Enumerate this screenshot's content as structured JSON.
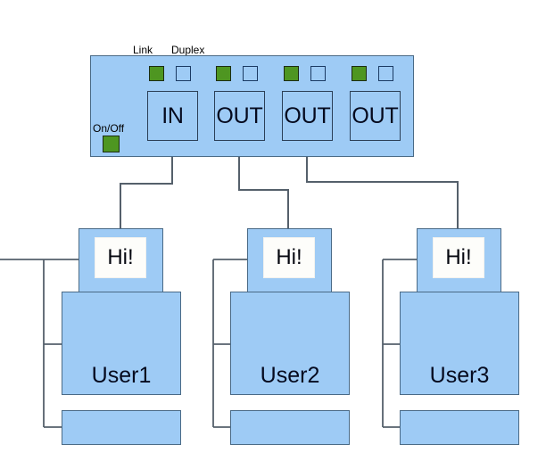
{
  "diagram": {
    "title_labels": {
      "link": "Link",
      "duplex": "Duplex",
      "power": "On/Off"
    },
    "colors": {
      "device_fill": "#9ecbf5",
      "device_border": "#4a6a86",
      "led_on": "#4e9621",
      "led_off": "#9ecbf5",
      "screen_fill": "#fdfdfa",
      "cable": "#55606b",
      "background": "#ffffff"
    },
    "switch": {
      "name": "network-switch",
      "ports": [
        {
          "label": "IN",
          "link_led": "on",
          "duplex_led": "off"
        },
        {
          "label": "OUT",
          "link_led": "on",
          "duplex_led": "off"
        },
        {
          "label": "OUT",
          "link_led": "on",
          "duplex_led": "off"
        },
        {
          "label": "OUT",
          "link_led": "on",
          "duplex_led": "off"
        }
      ],
      "power_led": "on"
    },
    "computers": [
      {
        "name": "User1",
        "screen_text": "Hi!"
      },
      {
        "name": "User2",
        "screen_text": "Hi!"
      },
      {
        "name": "User3",
        "screen_text": "Hi!"
      }
    ]
  }
}
